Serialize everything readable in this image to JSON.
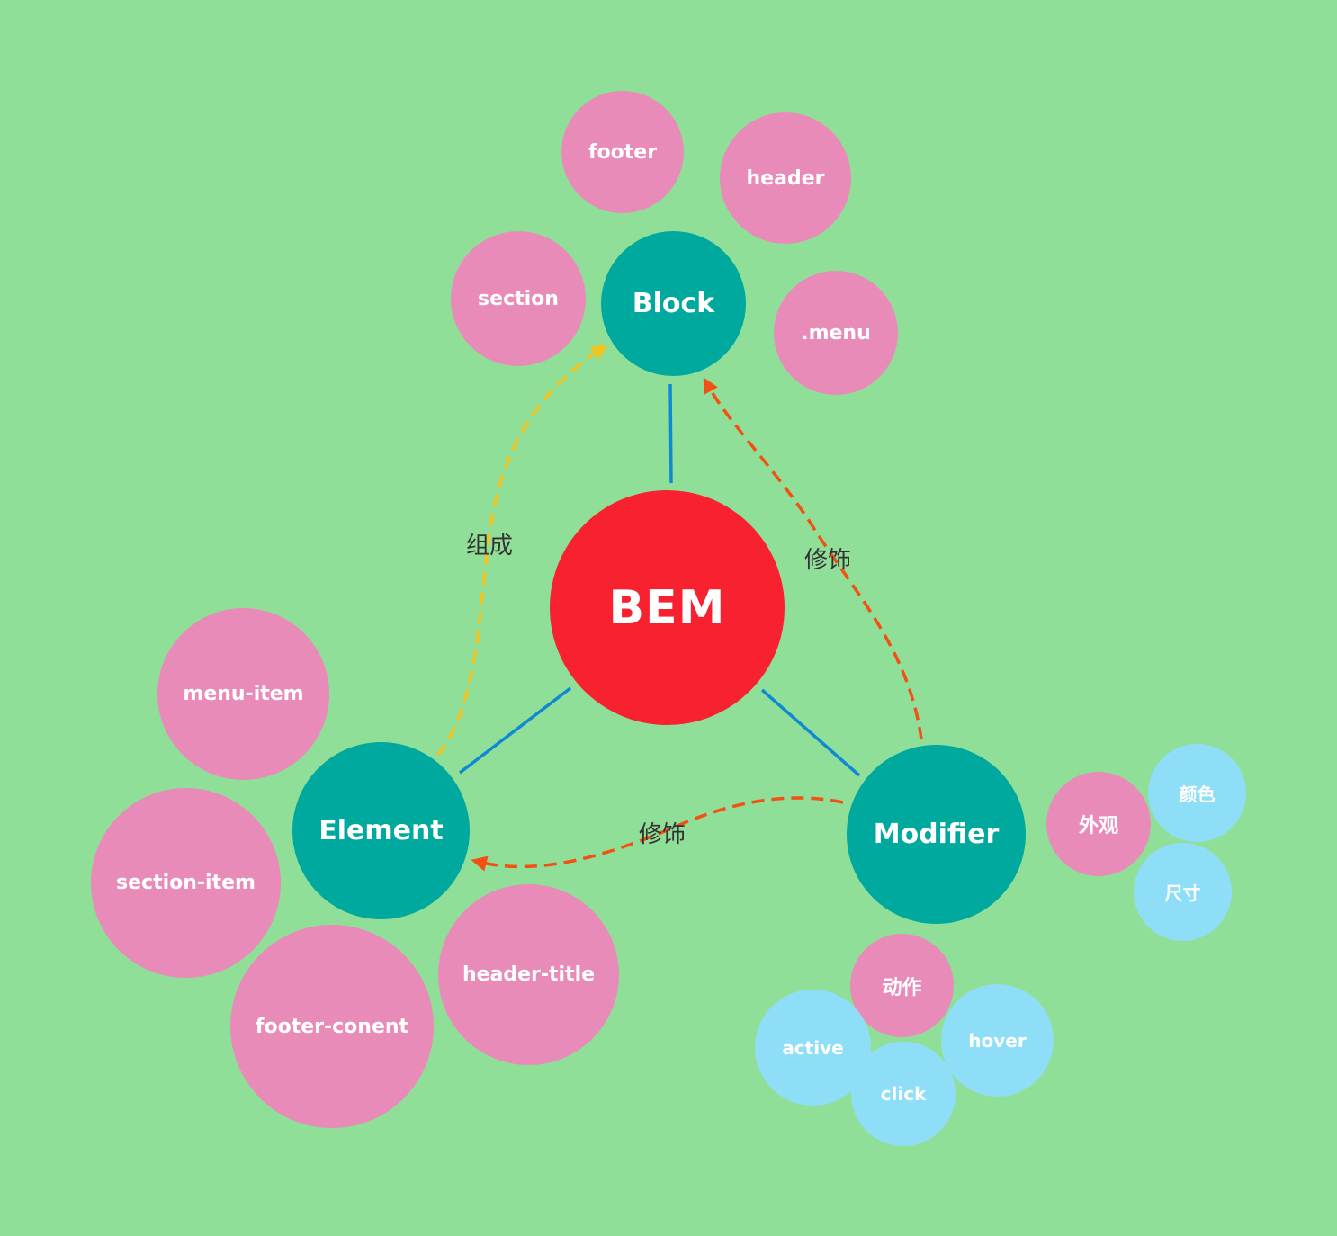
{
  "colors": {
    "background": "#90df98",
    "center": "#f7212f",
    "main": "#00a99e",
    "pink": "#e98bb8",
    "blue": "#8fdef8",
    "solid_link": "#0f89d4",
    "compose_arrow": "#f3c41e",
    "modify_arrow": "#f25014"
  },
  "nodes": {
    "bem": "BEM",
    "block": "Block",
    "element": "Element",
    "modifier": "Modifier",
    "block_examples": [
      "footer",
      "header",
      "section",
      ".menu"
    ],
    "element_examples": [
      "menu-item",
      "section-item",
      "footer-conent",
      "header-title"
    ],
    "modifier_groups": {
      "appearance": "外观",
      "appearance_items": [
        "颜色",
        "尺寸"
      ],
      "action": "动作",
      "action_items": [
        "active",
        "hover",
        "click"
      ]
    }
  },
  "edges": {
    "compose": "组成",
    "modify_block": "修饰",
    "modify_element": "修饰"
  }
}
